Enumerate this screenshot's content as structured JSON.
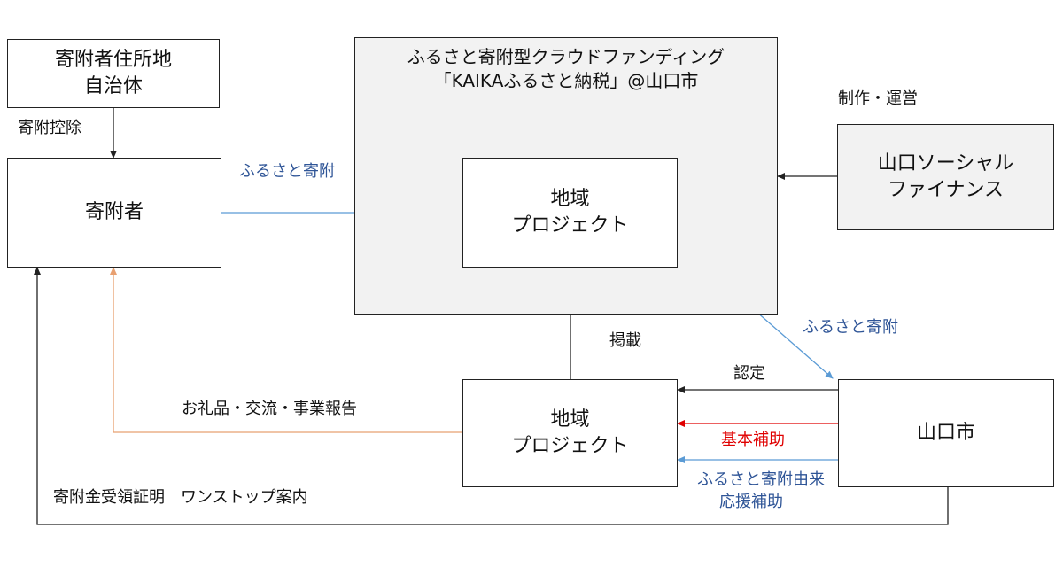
{
  "nodes": {
    "donor_residence": {
      "lines": [
        "寄附者住所地",
        "自治体"
      ]
    },
    "donor": {
      "lines": [
        "寄附者"
      ]
    },
    "platform": {
      "lines": [
        "ふるさと寄附型クラウドファンディング",
        "「KAIKAふるさと納税」@山口市"
      ]
    },
    "project_top": {
      "lines": [
        "地域",
        "プロジェクト"
      ]
    },
    "social_finance": {
      "lines": [
        "山口ソーシャル",
        "ファイナンス"
      ]
    },
    "project_bottom": {
      "lines": [
        "地域",
        "プロジェクト"
      ]
    },
    "city": {
      "lines": [
        "山口市"
      ]
    }
  },
  "edges": {
    "tax_deduction": "寄附控除",
    "donation_to_project": "ふるさと寄附",
    "production_operation": "制作・運営",
    "donation_to_city": "ふるさと寄附",
    "listing": "掲載",
    "gifts": "お礼品・交流・事業報告",
    "certification": "認定",
    "basic_subsidy": "基本補助",
    "support_subsidy": [
      "ふるさと寄附由来",
      "応援補助"
    ],
    "receipt": "寄附金受領証明　ワンストップ案内"
  },
  "colors": {
    "black": "#222222",
    "blue_arrow": "#5b9bd5",
    "blue_text": "#2f5597",
    "orange": "#e8a070",
    "red": "#e00000",
    "gray_fill": "#f2f2f2"
  }
}
